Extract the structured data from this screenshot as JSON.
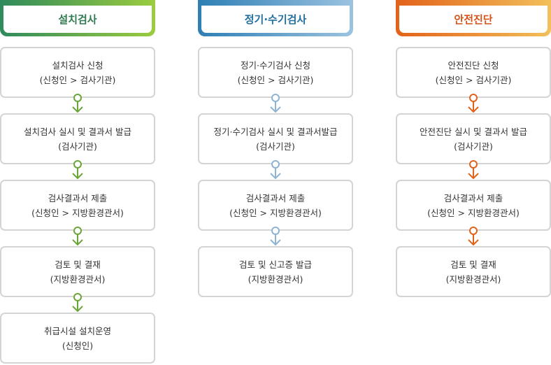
{
  "columns": [
    {
      "title": "설치검사",
      "color": "#6aa637",
      "steps": [
        {
          "line1": "설치검사 신청",
          "line2": "(신청인 > 검사기관)"
        },
        {
          "line1": "설치검사 실시 및 결과서 발급",
          "line2": "(검사기관)"
        },
        {
          "line1": "검사결과서 제출",
          "line2": "(신청인 > 지방환경관서)"
        },
        {
          "line1": "검토 및 결재",
          "line2": "(지방환경관서)"
        },
        {
          "line1": "취급시설 설치운영",
          "line2": "(신청인)"
        }
      ]
    },
    {
      "title": "정기·수기검사",
      "color": "#4a90c2",
      "arrow_color": "#8fb3d3",
      "steps": [
        {
          "line1": "정기·수기검사 신청",
          "line2": "(신청인 > 검사기관)"
        },
        {
          "line1": "정기·수기검사 실시 및 결과서발급",
          "line2": "(검사기관)"
        },
        {
          "line1": "검사결과서 제출",
          "line2": "(신청인 > 지방환경관서)"
        },
        {
          "line1": "검토 및 신고증 발급",
          "line2": "(지방환경관서)"
        }
      ]
    },
    {
      "title": "안전진단",
      "color": "#e2621a",
      "steps": [
        {
          "line1": "안전진단 신청",
          "line2": "(신청인 > 검사기관)"
        },
        {
          "line1": "안전진단 실시 및 결과서 발급",
          "line2": "(검사기관)"
        },
        {
          "line1": "검사결과서 제출",
          "line2": "(신청인 > 지방환경관서)"
        },
        {
          "line1": "검토 및 결재",
          "line2": "(지방환경관서)"
        }
      ]
    }
  ]
}
